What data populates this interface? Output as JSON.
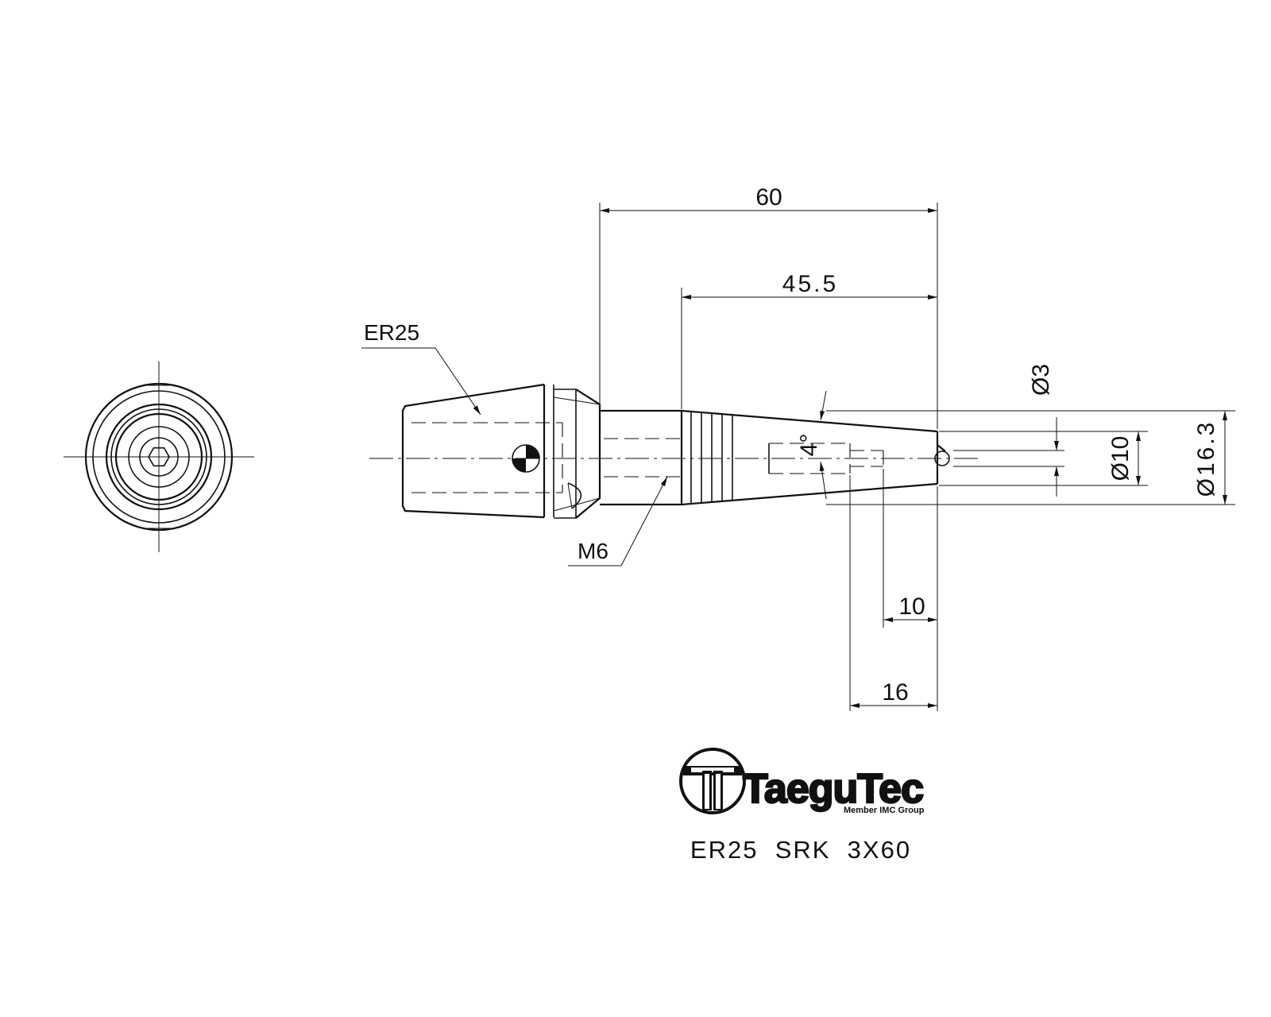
{
  "labels": {
    "collet": "ER25",
    "thread": "M6",
    "angle": "4°"
  },
  "dimensions": {
    "total_length": "60",
    "tapered_length": "45.5",
    "tip_length": "10",
    "bore_depth": "16",
    "dia_small": "Ø3",
    "dia_mid": "Ø10",
    "dia_large": "Ø16.3"
  },
  "brand": {
    "name": "TaeguTec",
    "tagline": "Member IMC Group"
  },
  "part_number": "ER25  SRK  3X60"
}
